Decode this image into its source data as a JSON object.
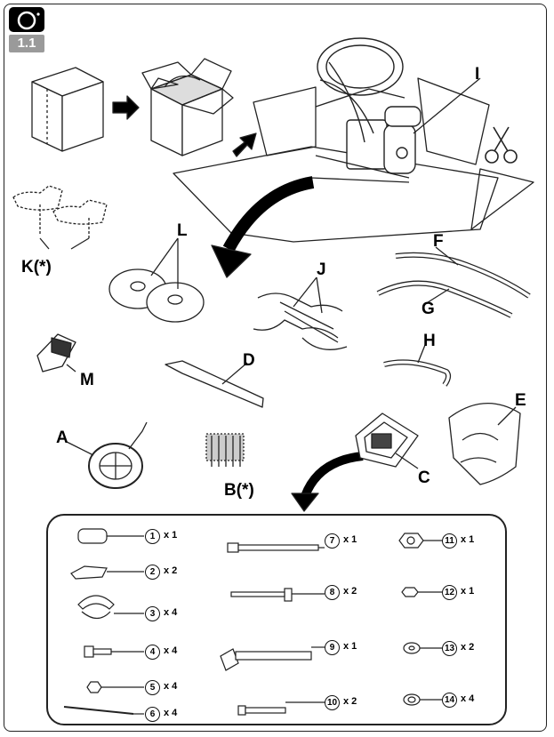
{
  "header": {
    "step_badge": "1.1",
    "camera_icon": "camera-icon"
  },
  "part_labels": {
    "I": "I",
    "K": "K(*)",
    "L": "L",
    "J": "J",
    "F": "F",
    "G": "G",
    "M": "M",
    "D": "D",
    "H": "H",
    "E": "E",
    "A": "A",
    "B": "B(*)",
    "C": "C"
  },
  "hardware": [
    {
      "num": "1",
      "qty": "x 1"
    },
    {
      "num": "2",
      "qty": "x 2"
    },
    {
      "num": "3",
      "qty": "x 4"
    },
    {
      "num": "4",
      "qty": "x 4"
    },
    {
      "num": "5",
      "qty": "x 4"
    },
    {
      "num": "6",
      "qty": "x 4"
    },
    {
      "num": "7",
      "qty": "x 1"
    },
    {
      "num": "8",
      "qty": "x 2"
    },
    {
      "num": "9",
      "qty": "x 1"
    },
    {
      "num": "10",
      "qty": "x 2"
    },
    {
      "num": "11",
      "qty": "x 1"
    },
    {
      "num": "12",
      "qty": "x 1"
    },
    {
      "num": "13",
      "qty": "x 2"
    },
    {
      "num": "14",
      "qty": "x 4"
    }
  ],
  "icons": [
    "camera-icon",
    "scissors-icon",
    "arrow-icon"
  ]
}
